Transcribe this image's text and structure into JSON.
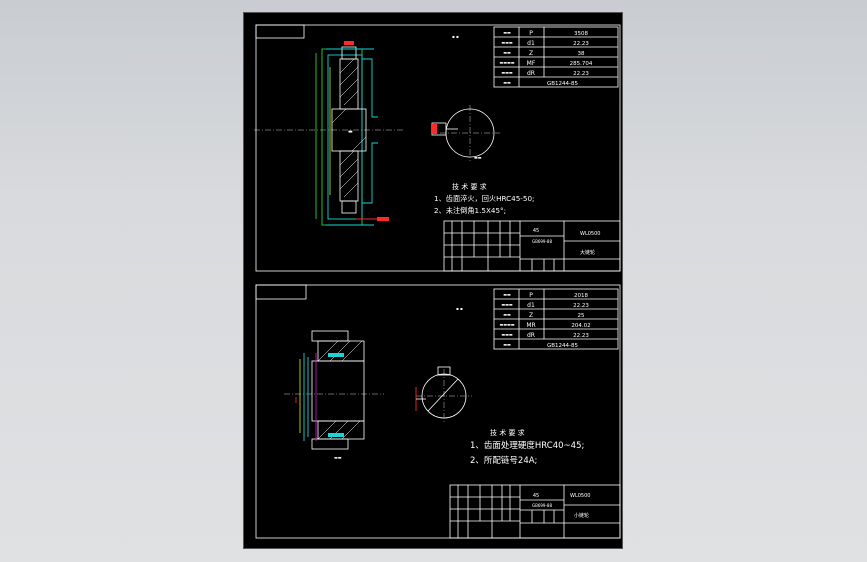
{
  "colors": {
    "background": "#d8dadd",
    "sheet": "#000000",
    "line": "#ffffff",
    "cyan": "#19d6d6",
    "green": "#2bd62b",
    "red": "#ff2a2a",
    "yellow": "#e6e600"
  },
  "sheet1": {
    "params": [
      {
        "sym": "P",
        "val": "3508"
      },
      {
        "sym": "d1",
        "val": "22.23"
      },
      {
        "sym": "Z",
        "val": "38"
      },
      {
        "sym": "MF",
        "val": "285.704"
      },
      {
        "sym": "dR",
        "val": "22.23"
      },
      {
        "sym": "",
        "val": "GB1244-85"
      }
    ],
    "tech_title": "技 术 要 求",
    "tech_lines": [
      "1、齿面淬火，回火HRC45-50;",
      "2、未注倒角1.5X45°;"
    ],
    "title_block": {
      "material": "45",
      "standard": "GB699-88",
      "code": "WL0500",
      "name": "大链轮"
    }
  },
  "sheet2": {
    "params": [
      {
        "sym": "P",
        "val": "2018"
      },
      {
        "sym": "d1",
        "val": "22.23"
      },
      {
        "sym": "Z",
        "val": "25"
      },
      {
        "sym": "MR",
        "val": "204.02"
      },
      {
        "sym": "dR",
        "val": "22.23"
      },
      {
        "sym": "",
        "val": "GB1244-85"
      }
    ],
    "tech_title": "技 术 要 求",
    "tech_lines": [
      "1、齿面处理硬度HRC40~45;",
      "2、所配链号24A;"
    ],
    "title_block": {
      "material": "45",
      "standard": "GB699-88",
      "code": "WL0500",
      "name": "小链轮"
    }
  }
}
